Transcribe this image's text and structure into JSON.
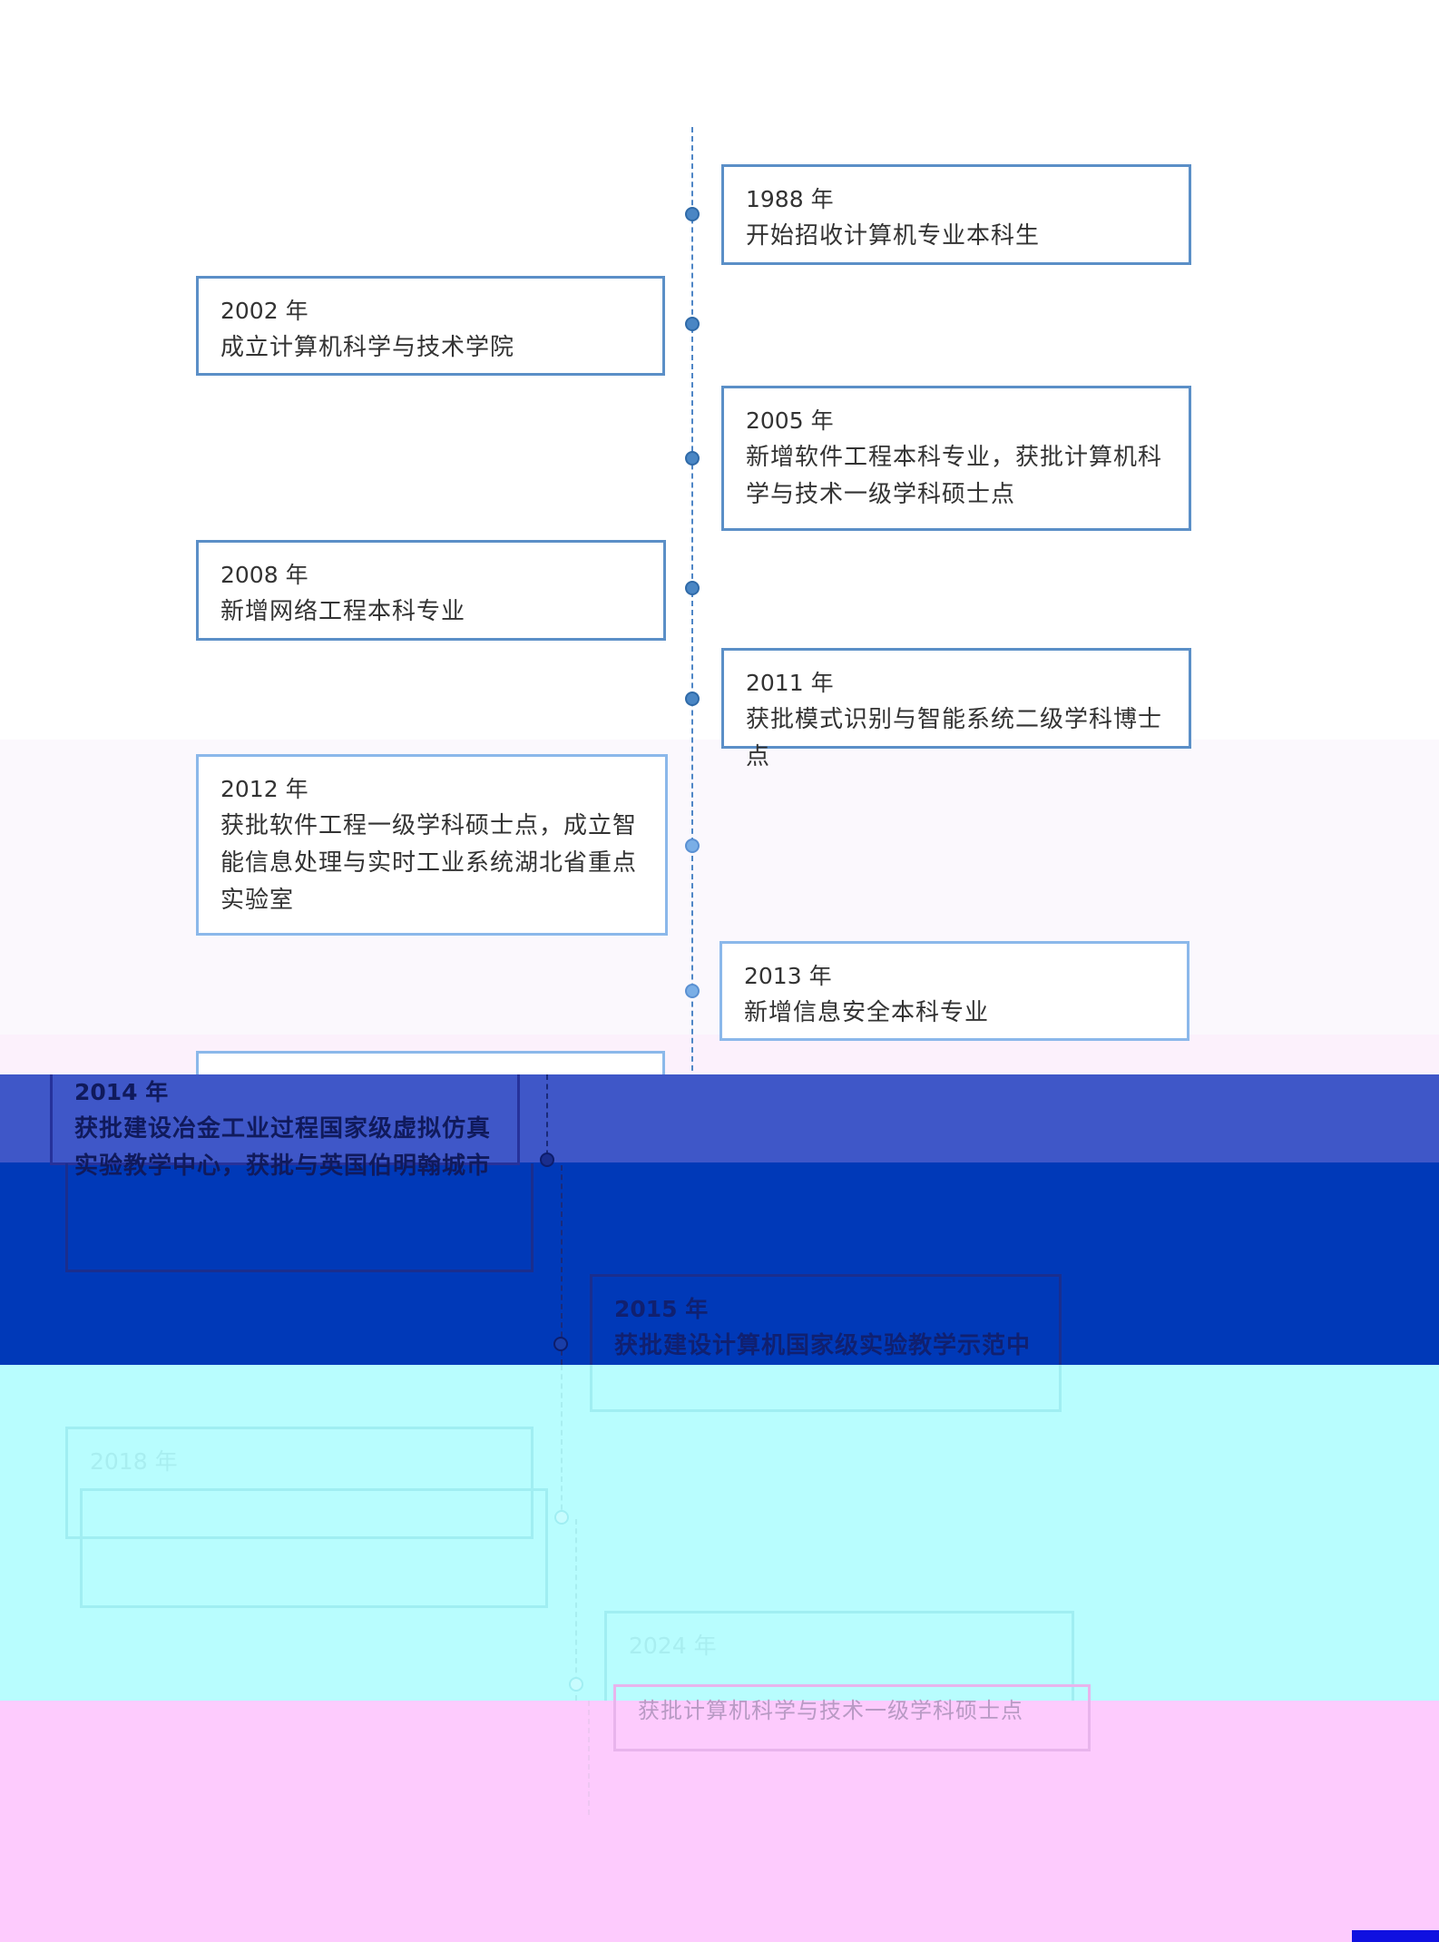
{
  "timeline": {
    "events": [
      {
        "year": "1988 年",
        "text": "开始招收计算机专业本科生"
      },
      {
        "year": "2002 年",
        "text": "成立计算机科学与技术学院"
      },
      {
        "year": "2005 年",
        "text": "新增软件工程本科专业，获批计算机科学与技术一级学科硕士点"
      },
      {
        "year": "2008 年",
        "text": "新增网络工程本科专业"
      },
      {
        "year": "2011 年",
        "text": "获批模式识别与智能系统二级学科博士点"
      },
      {
        "year": "2012 年",
        "text": "获批软件工程一级学科硕士点，成立智能信息处理与实时工业系统湖北省重点实验室"
      },
      {
        "year": "2013 年",
        "text": "新增信息安全本科专业"
      },
      {
        "year": "2014 年",
        "text": "获批建设冶金工业过程国家级虚拟仿真实验教学中心，获批与英国伯明翰城市大学（BCU）合作举办网络工程专业本科教育项目"
      },
      {
        "year": "2015 年",
        "text": "获批建设计算机国家级实验教学示范中心"
      },
      {
        "year": "2018 年",
        "text": ""
      },
      {
        "year": "2024 年",
        "text": "获批计算机科学与技术一级学科硕士点"
      }
    ]
  },
  "colors": {
    "line": "#4f86c6",
    "card_border": "#5b8fc7",
    "band_blue": "#3f57c8",
    "band_dark_blue": "#0039b8",
    "band_cyan": "#b8fdfe",
    "band_pink": "#fdcbfd"
  }
}
